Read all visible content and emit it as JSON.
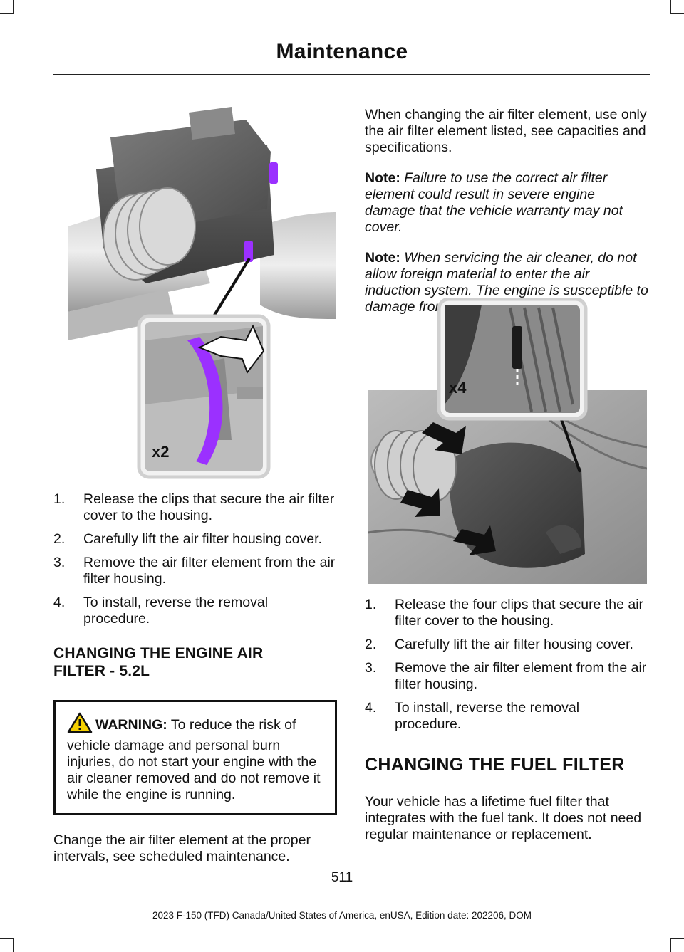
{
  "header": {
    "title": "Maintenance"
  },
  "left": {
    "figure1_callout": "x2",
    "steps": [
      {
        "num": "1.",
        "text": "Release the clips that secure the air filter cover to the housing."
      },
      {
        "num": "2.",
        "text": "Carefully lift the air filter housing cover."
      },
      {
        "num": "3.",
        "text": "Remove the air filter element from the air filter housing."
      },
      {
        "num": "4.",
        "text": "To install, reverse the removal procedure."
      }
    ],
    "section_heading": "CHANGING THE ENGINE AIR FILTER - 5.2L",
    "warning": {
      "label": "WARNING:",
      "text": " To reduce the risk of vehicle damage and personal burn injuries, do not start your engine with the air cleaner removed and do not remove it while the engine is running."
    },
    "interval_text": "Change the air filter element at the proper intervals, see scheduled maintenance."
  },
  "right": {
    "intro": "When changing the air filter element, use only the air filter element listed, see capacities and specifications.",
    "note1": {
      "label": "Note:",
      "text": " Failure to use the correct air filter element could result in severe engine damage that the vehicle warranty may not cover."
    },
    "note2": {
      "label": "Note:",
      "text": "  When servicing the air cleaner, do not allow foreign material to enter the air induction system.  The engine is susceptible to damage from even small particles."
    },
    "figure2_callout": "x4",
    "steps": [
      {
        "num": "1.",
        "text": "Release the four clips that secure the air filter cover to the housing."
      },
      {
        "num": "2.",
        "text": "Carefully lift the air filter housing cover."
      },
      {
        "num": "3.",
        "text": "Remove the air filter element from the air filter housing."
      },
      {
        "num": "4.",
        "text": "To install, reverse the removal procedure."
      }
    ],
    "section_heading": "CHANGING THE FUEL FILTER",
    "fuel_text": "Your vehicle has a lifetime fuel filter that integrates with the fuel tank. It does not need regular maintenance or replacement."
  },
  "footer": {
    "page_number": "511",
    "edition": "2023 F-150 (TFD) Canada/United States of America, enUSA, Edition date: 202206, DOM"
  },
  "colors": {
    "clip_purple": "#9b30ff",
    "text": "#111111"
  }
}
